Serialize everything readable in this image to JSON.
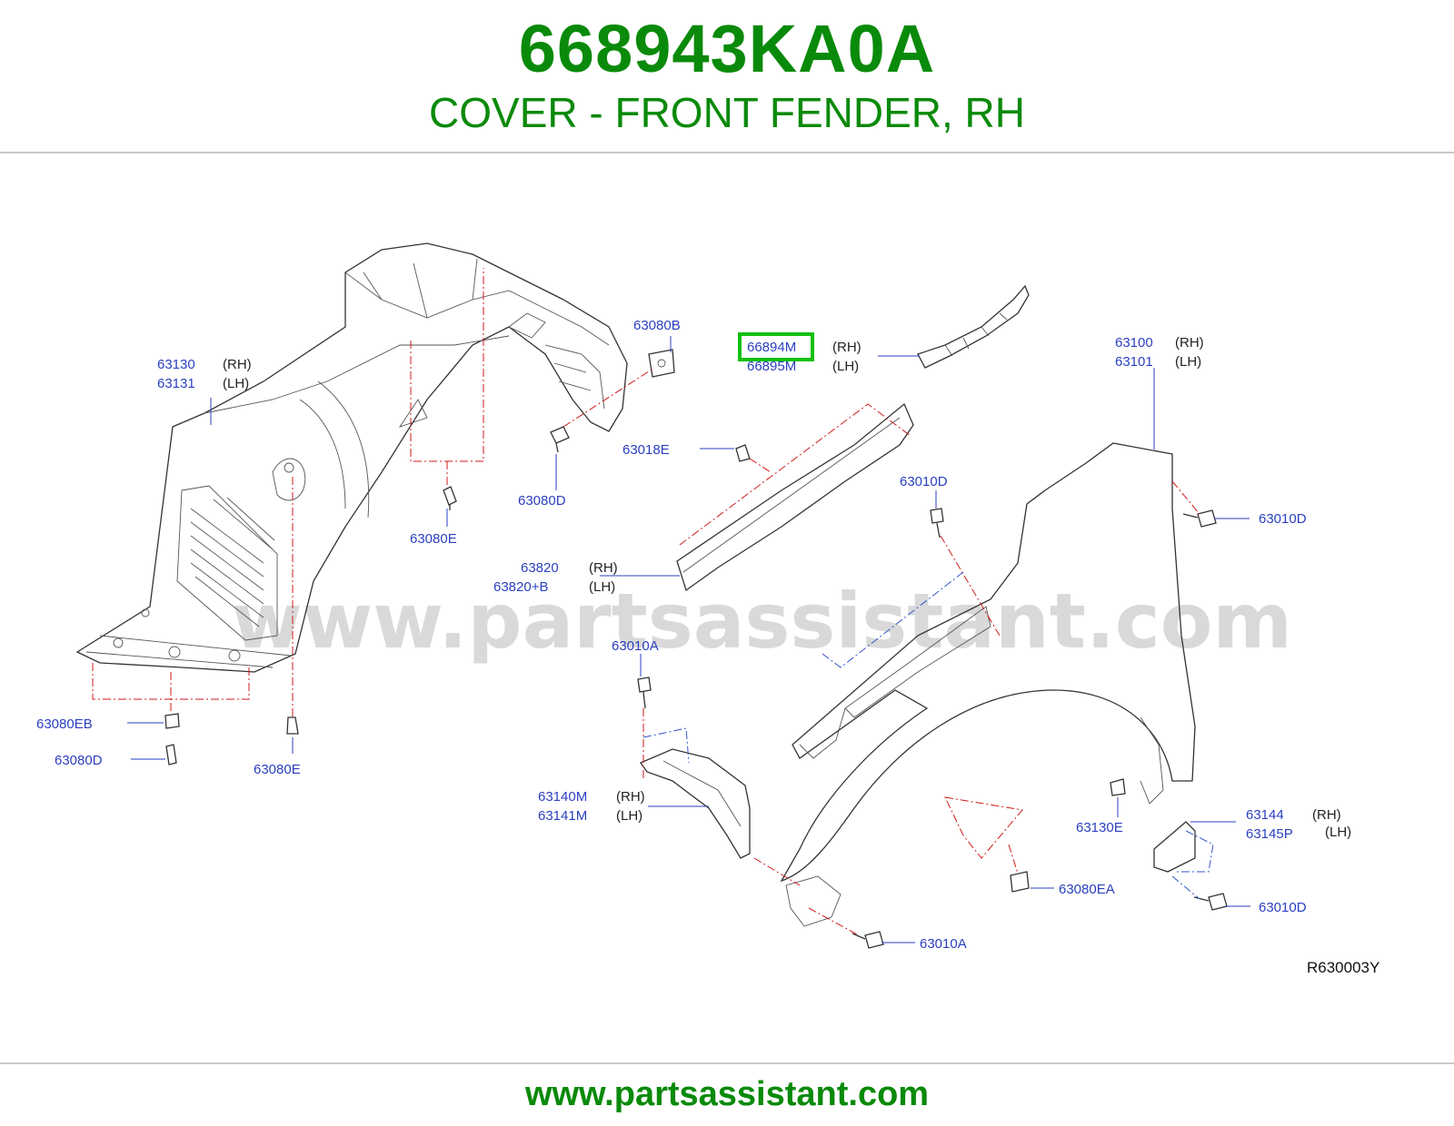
{
  "header": {
    "part_number": "668943KA0A",
    "description": "COVER - FRONT FENDER, RH"
  },
  "footer": {
    "url": "www.partsassistant.com"
  },
  "watermark": "www.partsassistant.com",
  "diagram_ref": "R630003Y",
  "highlight_color": "#12c012",
  "labels": {
    "l63130": "63130",
    "l63130_side": "(RH)",
    "l63131": "63131",
    "l63131_side": "(LH)",
    "l63080B": "63080B",
    "l66894M": "66894M",
    "l66894M_side": "(RH)",
    "l66895M": "66895M",
    "l66895M_side": "(LH)",
    "l63100": "63100",
    "l63100_side": "(RH)",
    "l63101": "63101",
    "l63101_side": "(LH)",
    "l63018E": "63018E",
    "l63080D_top": "63080D",
    "l63080E_top": "63080E",
    "l63010D_mid": "63010D",
    "l63010D_right": "63010D",
    "l63820": "63820",
    "l63820_side": "(RH)",
    "l63820B": "63820+B",
    "l63820B_side": "(LH)",
    "l63010A_top": "63010A",
    "l63080EB": "63080EB",
    "l63080D_bot": "63080D",
    "l63080E_bot": "63080E",
    "l63140M": "63140M",
    "l63140M_side": "(RH)",
    "l63141M": "63141M",
    "l63141M_side": "(LH)",
    "l63130E": "63130E",
    "l63144": "63144",
    "l63144_side": "(RH)",
    "l63145P": "63145P",
    "l63145P_side": "(LH)",
    "l63080EA": "63080EA",
    "l63010D_bot": "63010D",
    "l63010A_bot": "63010A"
  }
}
